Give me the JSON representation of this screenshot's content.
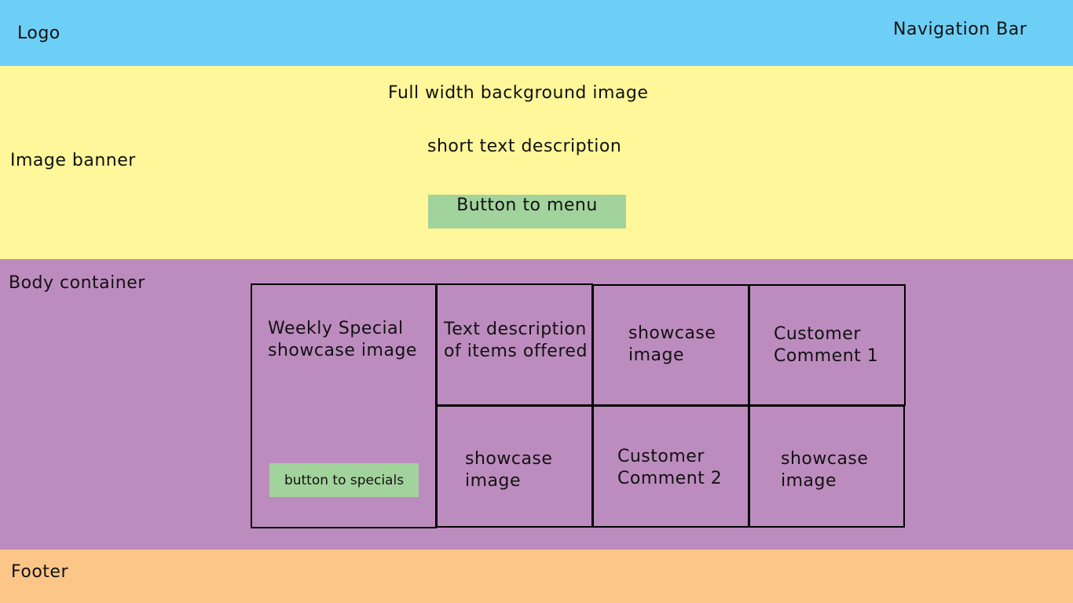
{
  "colors": {
    "nav": "#6dcff6",
    "banner": "#fff79a",
    "body": "#bd8cbf",
    "footer": "#fdc689",
    "button": "#a3d39c"
  },
  "nav": {
    "logo": "Logo",
    "navigation_bar": "Navigation Bar"
  },
  "banner": {
    "label": "Image banner",
    "background": "Full width background image",
    "description": "short text description",
    "button": "Button to menu"
  },
  "body": {
    "label": "Body container",
    "weekly_special": "Weekly Special\nshowcase image",
    "specials_button": "button to specials",
    "text_description": "Text description\nof items offered",
    "showcase_1": "showcase\nimage",
    "customer_comment_1": "Customer\nComment 1",
    "showcase_2": "showcase\nimage",
    "customer_comment_2": "Customer\nComment  2",
    "showcase_3": "showcase\nimage"
  },
  "footer": {
    "label": "Footer"
  }
}
